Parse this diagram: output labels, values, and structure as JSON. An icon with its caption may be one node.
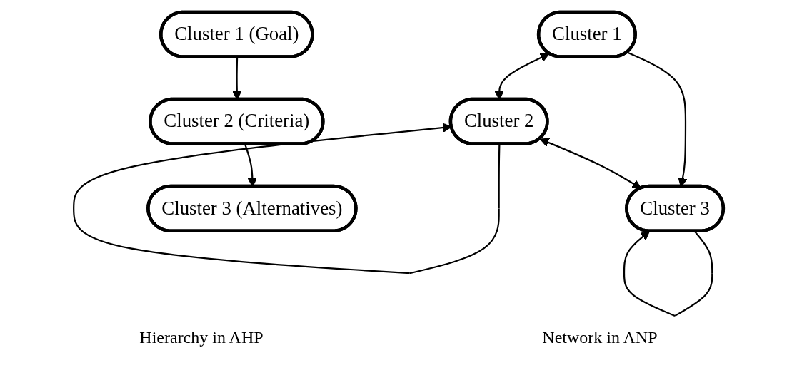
{
  "diagram": {
    "nodes": [
      {
        "text": [
          "Cluster 1"
        ]
      },
      {
        "text": [
          "Cluster 2"
        ]
      },
      {
        "text": [
          "Cluster 3"
        ]
      },
      {
        "text": [
          "Cluster 1 (Goal)"
        ]
      },
      {
        "text": [
          "Cluster 2 (Criteria)"
        ]
      },
      {
        "text": [
          "Cluster 3 (Alternatives)"
        ]
      }
    ],
    "edges": [
      {
        "from": 0,
        "to": 1,
        "arrow": "both"
      },
      {
        "from": 0,
        "to": 2,
        "arrow": "to"
      },
      {
        "from": 1,
        "to": 2,
        "arrow": "both"
      },
      {
        "from": 1,
        "to": 1,
        "arrow": "to"
      },
      {
        "from": 2,
        "to": 2,
        "arrow": "to"
      },
      {
        "from": 3,
        "to": 4,
        "arrow": "to"
      },
      {
        "from": 4,
        "to": 5,
        "arrow": "to"
      }
    ],
    "labels": [
      "Network in ANP",
      "Hierarchy in AHP"
    ]
  }
}
